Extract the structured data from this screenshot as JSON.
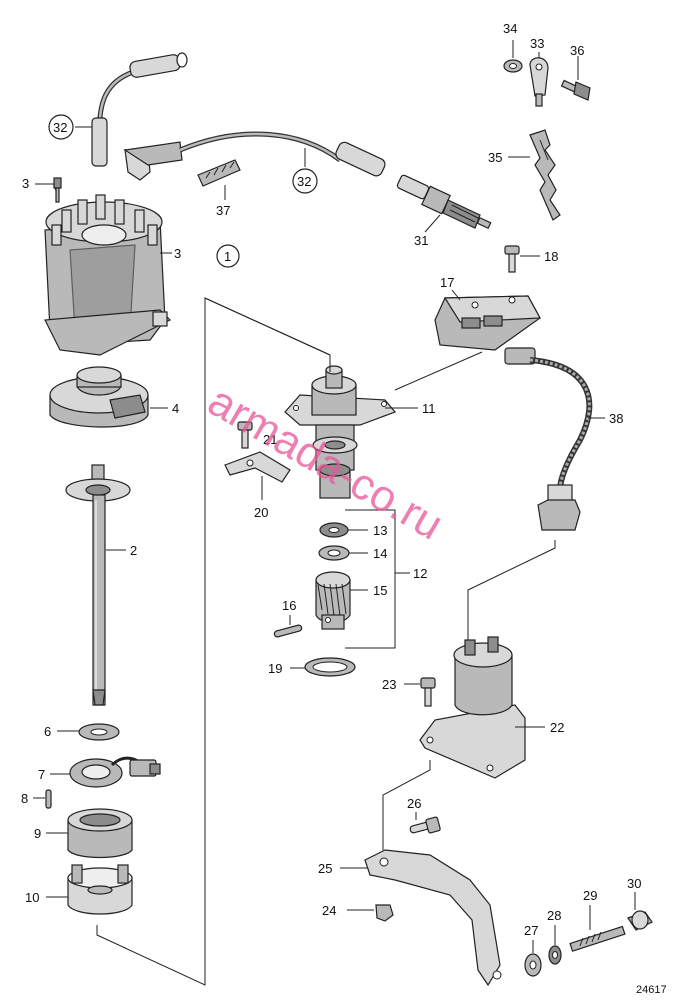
{
  "diagram_id": "24617",
  "watermark": "armada-co.ru",
  "callouts": [
    {
      "id": "c34",
      "text": "34"
    },
    {
      "id": "c33",
      "text": "33"
    },
    {
      "id": "c36",
      "text": "36"
    },
    {
      "id": "c35",
      "text": "35"
    },
    {
      "id": "c32a",
      "text": "32"
    },
    {
      "id": "c32b",
      "text": "32"
    },
    {
      "id": "c3a",
      "text": "3"
    },
    {
      "id": "c3b",
      "text": "3"
    },
    {
      "id": "c37",
      "text": "37"
    },
    {
      "id": "c31",
      "text": "31"
    },
    {
      "id": "c1",
      "text": "1"
    },
    {
      "id": "c18",
      "text": "18"
    },
    {
      "id": "c17",
      "text": "17"
    },
    {
      "id": "c4",
      "text": "4"
    },
    {
      "id": "c11",
      "text": "11"
    },
    {
      "id": "c38",
      "text": "38"
    },
    {
      "id": "c21",
      "text": "21"
    },
    {
      "id": "c20",
      "text": "20"
    },
    {
      "id": "c2",
      "text": "2"
    },
    {
      "id": "c13",
      "text": "13"
    },
    {
      "id": "c14",
      "text": "14"
    },
    {
      "id": "c12",
      "text": "12"
    },
    {
      "id": "c15",
      "text": "15"
    },
    {
      "id": "c16",
      "text": "16"
    },
    {
      "id": "c19",
      "text": "19"
    },
    {
      "id": "c23",
      "text": "23"
    },
    {
      "id": "c22",
      "text": "22"
    },
    {
      "id": "c6",
      "text": "6"
    },
    {
      "id": "c7",
      "text": "7"
    },
    {
      "id": "c8",
      "text": "8"
    },
    {
      "id": "c26",
      "text": "26"
    },
    {
      "id": "c9",
      "text": "9"
    },
    {
      "id": "c25",
      "text": "25"
    },
    {
      "id": "c10",
      "text": "10"
    },
    {
      "id": "c29",
      "text": "29"
    },
    {
      "id": "c30",
      "text": "30"
    },
    {
      "id": "c24",
      "text": "24"
    },
    {
      "id": "c27",
      "text": "27"
    },
    {
      "id": "c28",
      "text": "28"
    }
  ]
}
